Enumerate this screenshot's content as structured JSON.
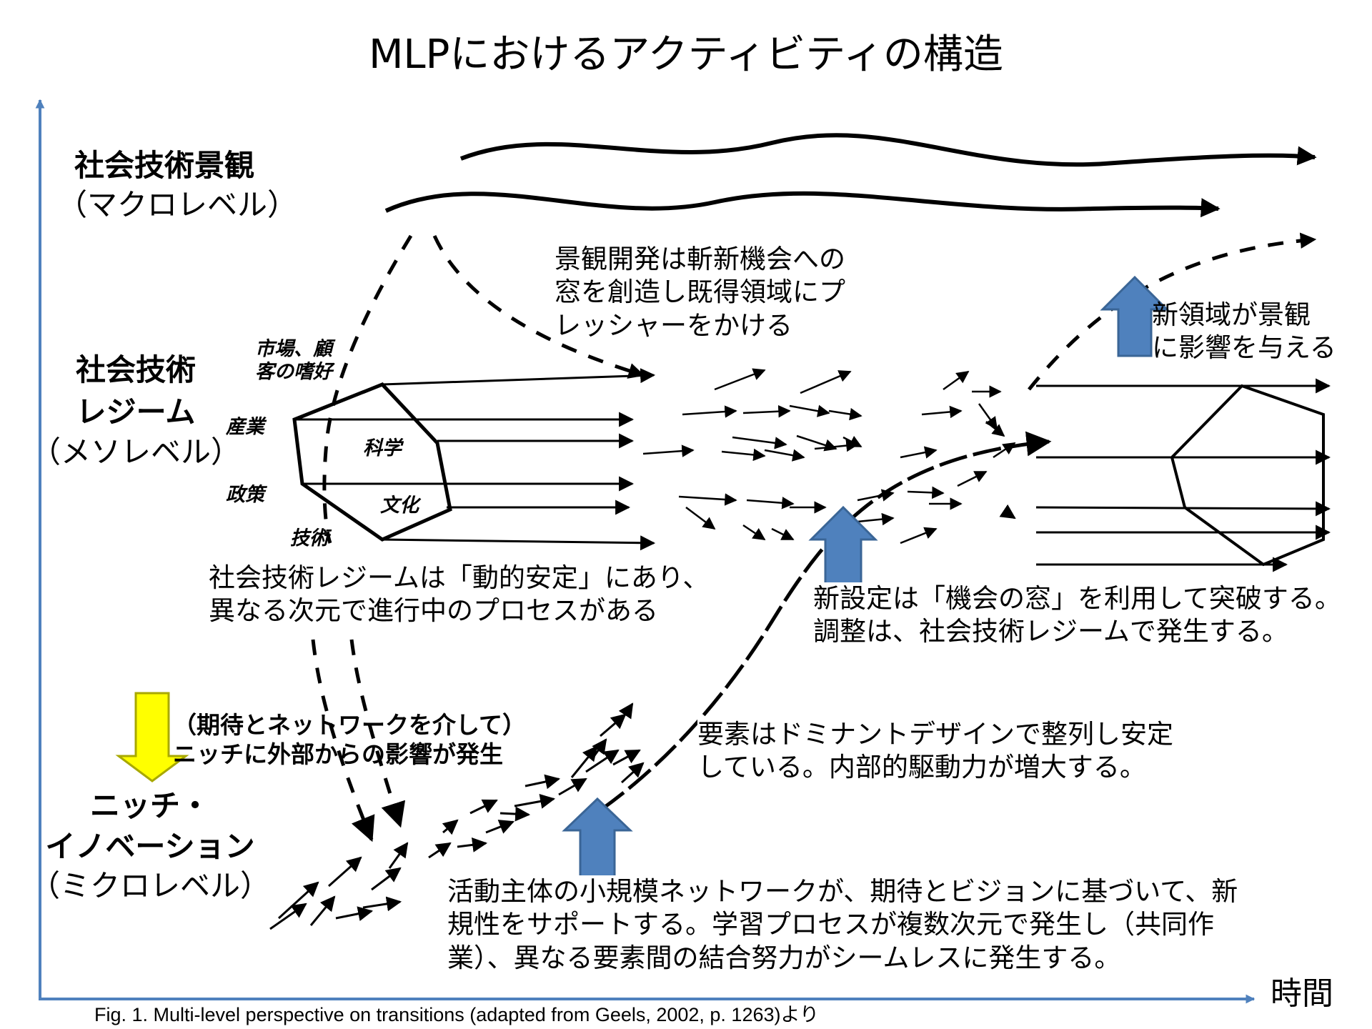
{
  "title": "MLPにおけるアクティビティの構造",
  "levels": {
    "landscape": {
      "name": "社会技術景観",
      "sub": "（マクロレベル）"
    },
    "regime": {
      "name1": "社会技術",
      "name2": "レジーム",
      "sub": "（メソレベル）"
    },
    "niche": {
      "name1": "ニッチ・",
      "name2": "イノベーション",
      "sub": "（ミクロレベル）"
    }
  },
  "regime_labels": {
    "market": "市場、顧\n客の嗜好",
    "industry": "産業",
    "science": "科学",
    "policy": "政策",
    "culture": "文化",
    "technology": "技術"
  },
  "notes": {
    "landscape_pressure": "景観開発は斬新機会への\n窓を創造し既得領域にプ\nレッシャーをかける",
    "new_landscape": "新領域が景観\nに影響を与える",
    "regime_stability": "社会技術レジームは「動的安定」にあり、\n異なる次元で進行中のプロセスがある",
    "breakthrough": "新設定は「機会の窓」を利用して突破する。\n調整は、社会技術レジームで発生する。",
    "external_influence": "（期待とネットワークを介して）\nニッチに外部からの影響が発生",
    "dominant_design": "要素はドミナントデザインで整列し安定\nしている。内部的駆動力が増大する。",
    "niche_networks": "活動主体の小規模ネットワークが、期待とビジョンに基づいて、新\n規性をサポートする。学習プロセスが複数次元で発生し（共同作\n業）、異なる要素間の結合努力がシームレスに発生する。"
  },
  "axis": {
    "x_label": "時間"
  },
  "caption": "Fig. 1. Multi-level perspective on transitions (adapted from Geels, 2002, p. 1263)より",
  "colors": {
    "axis": "#4f81bd",
    "up_arrow": "#4f81bd",
    "down_arrow": "#ffff00"
  }
}
